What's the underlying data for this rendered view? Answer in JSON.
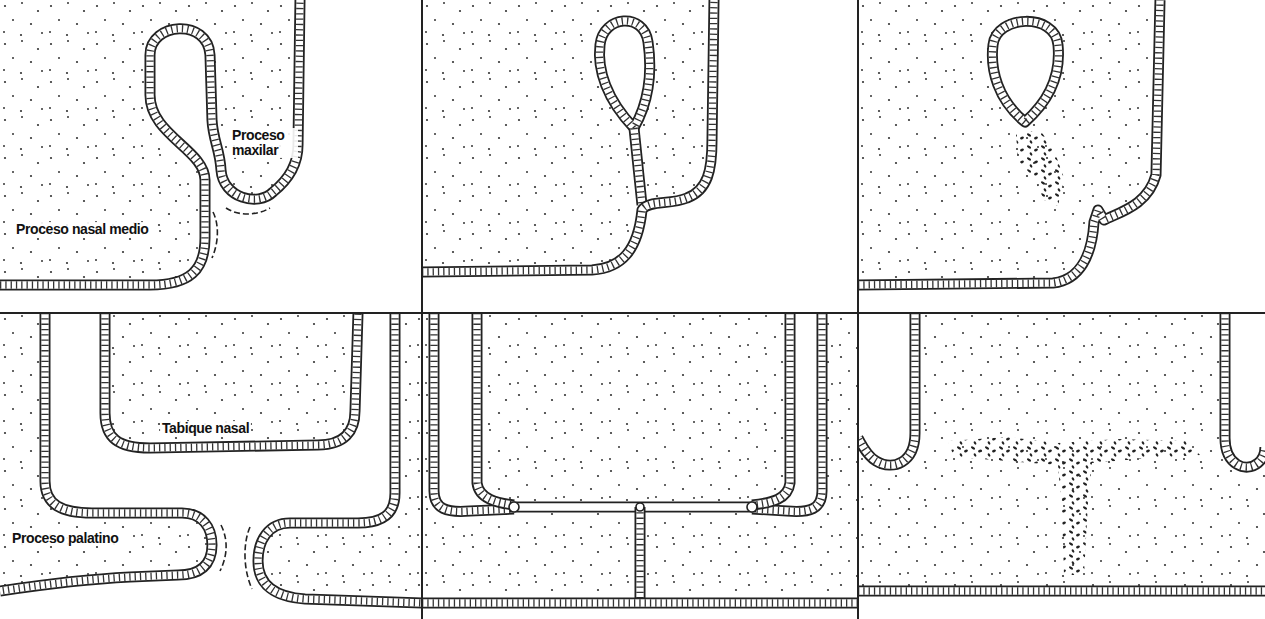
{
  "diagram": {
    "labels": [
      "Proceso maxilar",
      "Proceso nasal medio",
      "Tabique nasal",
      "Proceso palatino"
    ]
  }
}
